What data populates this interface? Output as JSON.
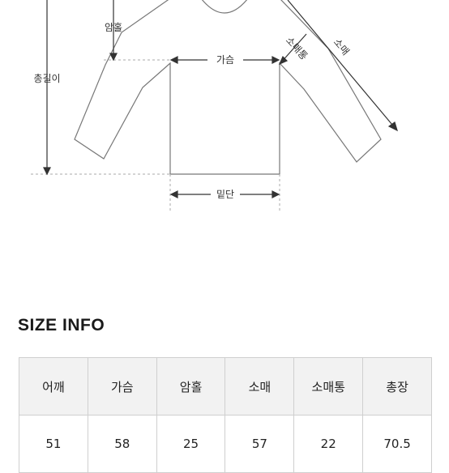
{
  "diagram": {
    "labels": {
      "shoulder_armhole": "암홀",
      "total_length": "총길이",
      "chest": "가슴",
      "sleeve_width": "소매통",
      "sleeve": "소매",
      "hem": "밑단"
    }
  },
  "size_info": {
    "title": "SIZE INFO",
    "headers": [
      "어깨",
      "가슴",
      "암홀",
      "소매",
      "소매통",
      "총장"
    ],
    "values": [
      "51",
      "58",
      "25",
      "57",
      "22",
      "70.5"
    ]
  }
}
